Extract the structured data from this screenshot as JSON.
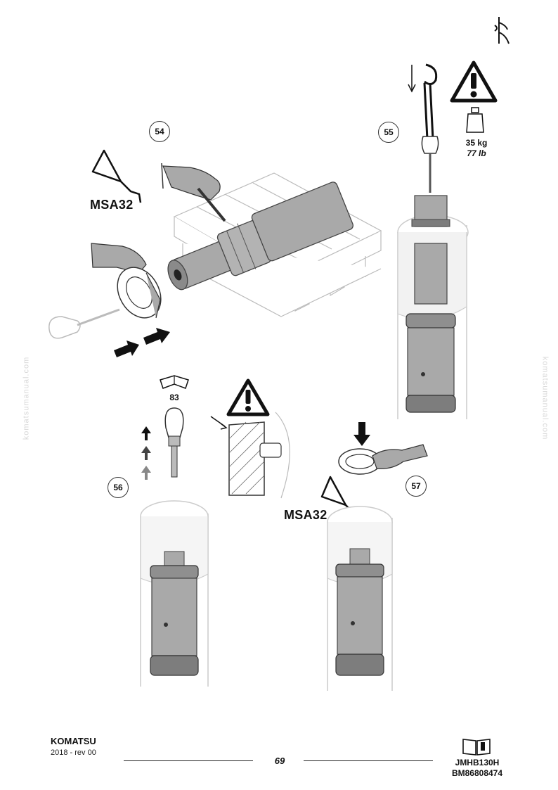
{
  "steps": {
    "s54": "54",
    "s55": "55",
    "s56": "56",
    "s57": "57"
  },
  "labels": {
    "msa_top": "MSA32",
    "msa_bottom": "MSA32",
    "ref_page": "83"
  },
  "weight": {
    "kg": "35 kg",
    "lb": "77 lb"
  },
  "watermark": "komatsumanual.com",
  "footer": {
    "brand": "KOMATSU",
    "date": "2018 -  rev 00",
    "page": "69",
    "code1": "JMHB130H",
    "code2": "BM86808474"
  },
  "colors": {
    "metal": "#a9a9a9",
    "metal_dark": "#7d7d7d",
    "line": "#555555",
    "ghost": "#cfcfcf"
  },
  "icons": [
    "warning-triangle-icon",
    "weight-icon",
    "lube-bottle-icon",
    "manual-book-icon",
    "crane-hook-icon",
    "push-arrow-icon",
    "binder-icon"
  ]
}
